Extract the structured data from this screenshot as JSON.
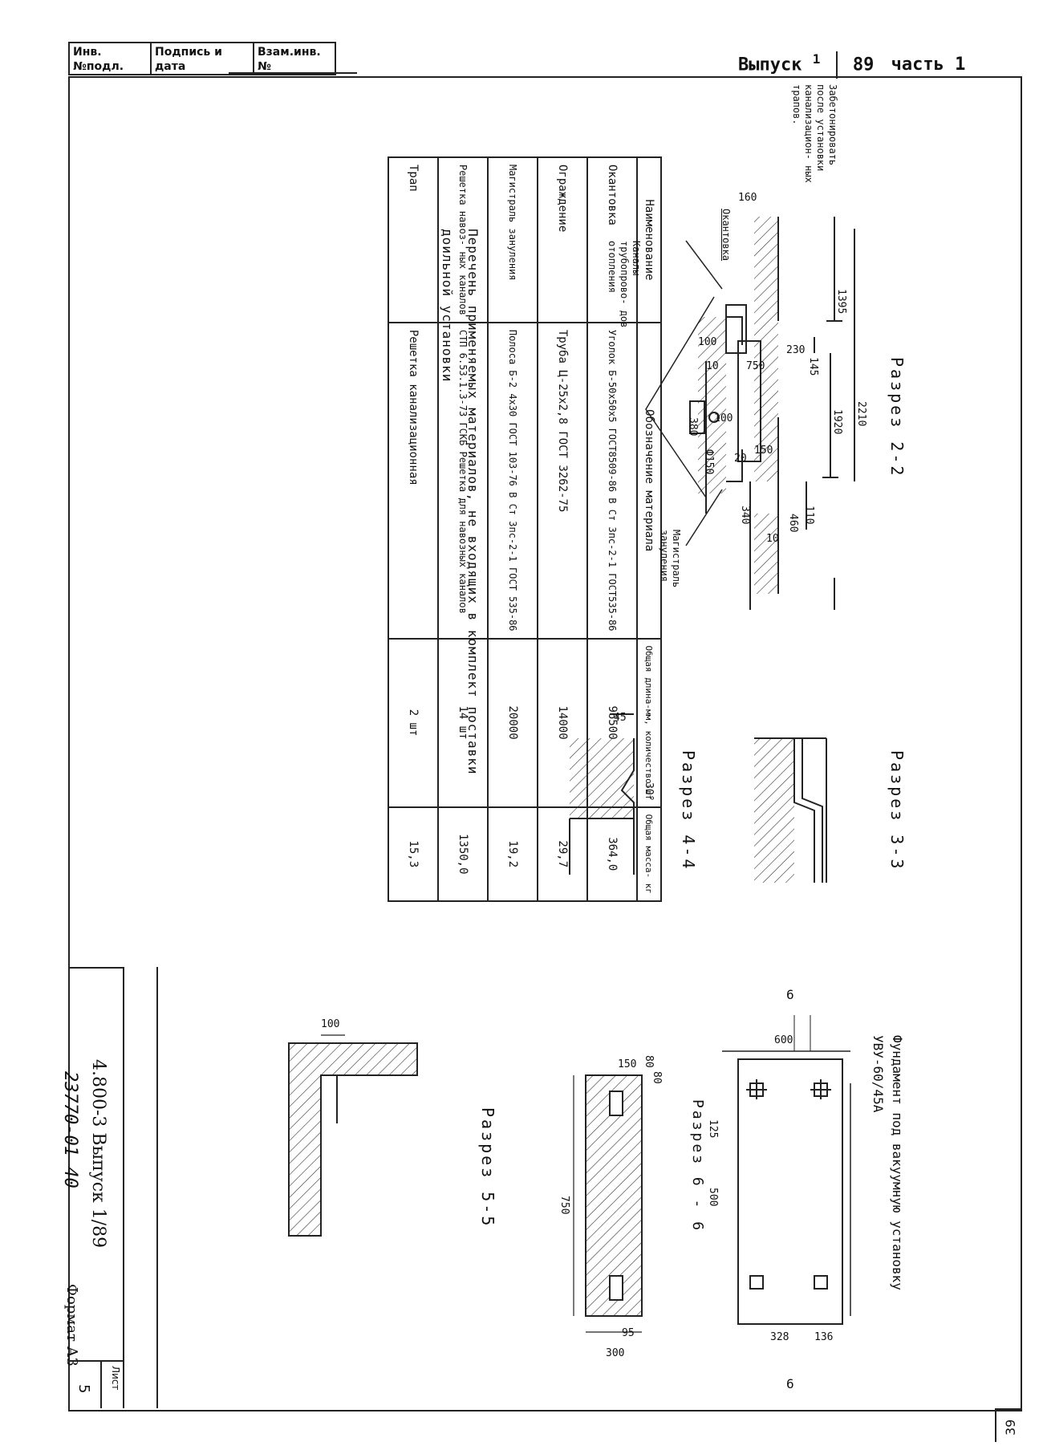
{
  "stamp": {
    "col1": "Инв.№подл.",
    "col2": "Подпись и дата",
    "col3": "Взам.инв.№"
  },
  "header": {
    "issue_label": "Выпуск",
    "issue_num": "1",
    "issue_year": "89",
    "part": "часть 1"
  },
  "section_2_2": {
    "title": "Разрез 2-2",
    "note_concrete": "Забетонировать после установки канализацион- ных трапов.",
    "label_okantovka": "Окантовка",
    "label_channels": "Каналы трубопрово- дов отопления",
    "label_magistral": "Магистраль зануления",
    "dims": [
      "160",
      "1395",
      "2210",
      "1920",
      "100",
      "10",
      "750",
      "230",
      "145",
      "380",
      "Ф150",
      "20",
      "150",
      "460",
      "110",
      "340",
      "10",
      "100"
    ]
  },
  "section_3_3": {
    "title": "Разрез 3-3"
  },
  "section_4_4": {
    "title": "Разрез 4-4",
    "dims": [
      "45",
      "30°"
    ]
  },
  "section_5_5": {
    "title": "Разрез 5-5",
    "dims": [
      "100"
    ]
  },
  "section_6_6": {
    "title": "Разрез 6 - 6",
    "dims": [
      "150",
      "80",
      "80",
      "750",
      "95",
      "300"
    ]
  },
  "foundation": {
    "title": "Фундамент под вакуумную установку УВУ-60/45А",
    "dims": [
      "600",
      "125",
      "500",
      "328",
      "136"
    ],
    "cut_marks": [
      "6",
      "6"
    ]
  },
  "list_title": "Перечень применяемых материалов, не входящих в комплект поставки доильной установки",
  "materials": {
    "headers": [
      "Наименование",
      "Обозначение материала",
      "Общая длина-мм, количество-шт",
      "Общая масса- кг"
    ],
    "rows": [
      {
        "name": "Окантовка",
        "designation": "Уголок Б-50х50х5 ГОСТ8509-86 В Ст 3пс-2-1 ГОСТ535-86",
        "qty": "96500",
        "mass": "364,0"
      },
      {
        "name": "Ограждение",
        "designation": "Труба Ц-25х2,8 ГОСТ 3262-75",
        "qty": "14000",
        "mass": "29,7"
      },
      {
        "name": "Магистраль зануления",
        "designation": "Полоса Б-2 4х30 ГОСТ 103-76 В Ст 3пс-2-1 ГОСТ 535-86",
        "qty": "20000",
        "mass": "19,2"
      },
      {
        "name": "Решетка навоз- ных каналов",
        "designation": "СТП 6.53.1.3-73 ГСКБ Решетка для навозных каналов",
        "qty": "14 шт",
        "mass": "1350,0"
      },
      {
        "name": "Трап",
        "designation": "Решетка канализационная",
        "qty": "2 шт",
        "mass": "15,3"
      }
    ]
  },
  "title_block": {
    "doc_code": "4.800-3 Выпуск 1/89",
    "sheet_label": "Лист",
    "sheet_num": "5",
    "archive": "23770-01  40",
    "format": "Формат А3"
  },
  "page_number": "39"
}
